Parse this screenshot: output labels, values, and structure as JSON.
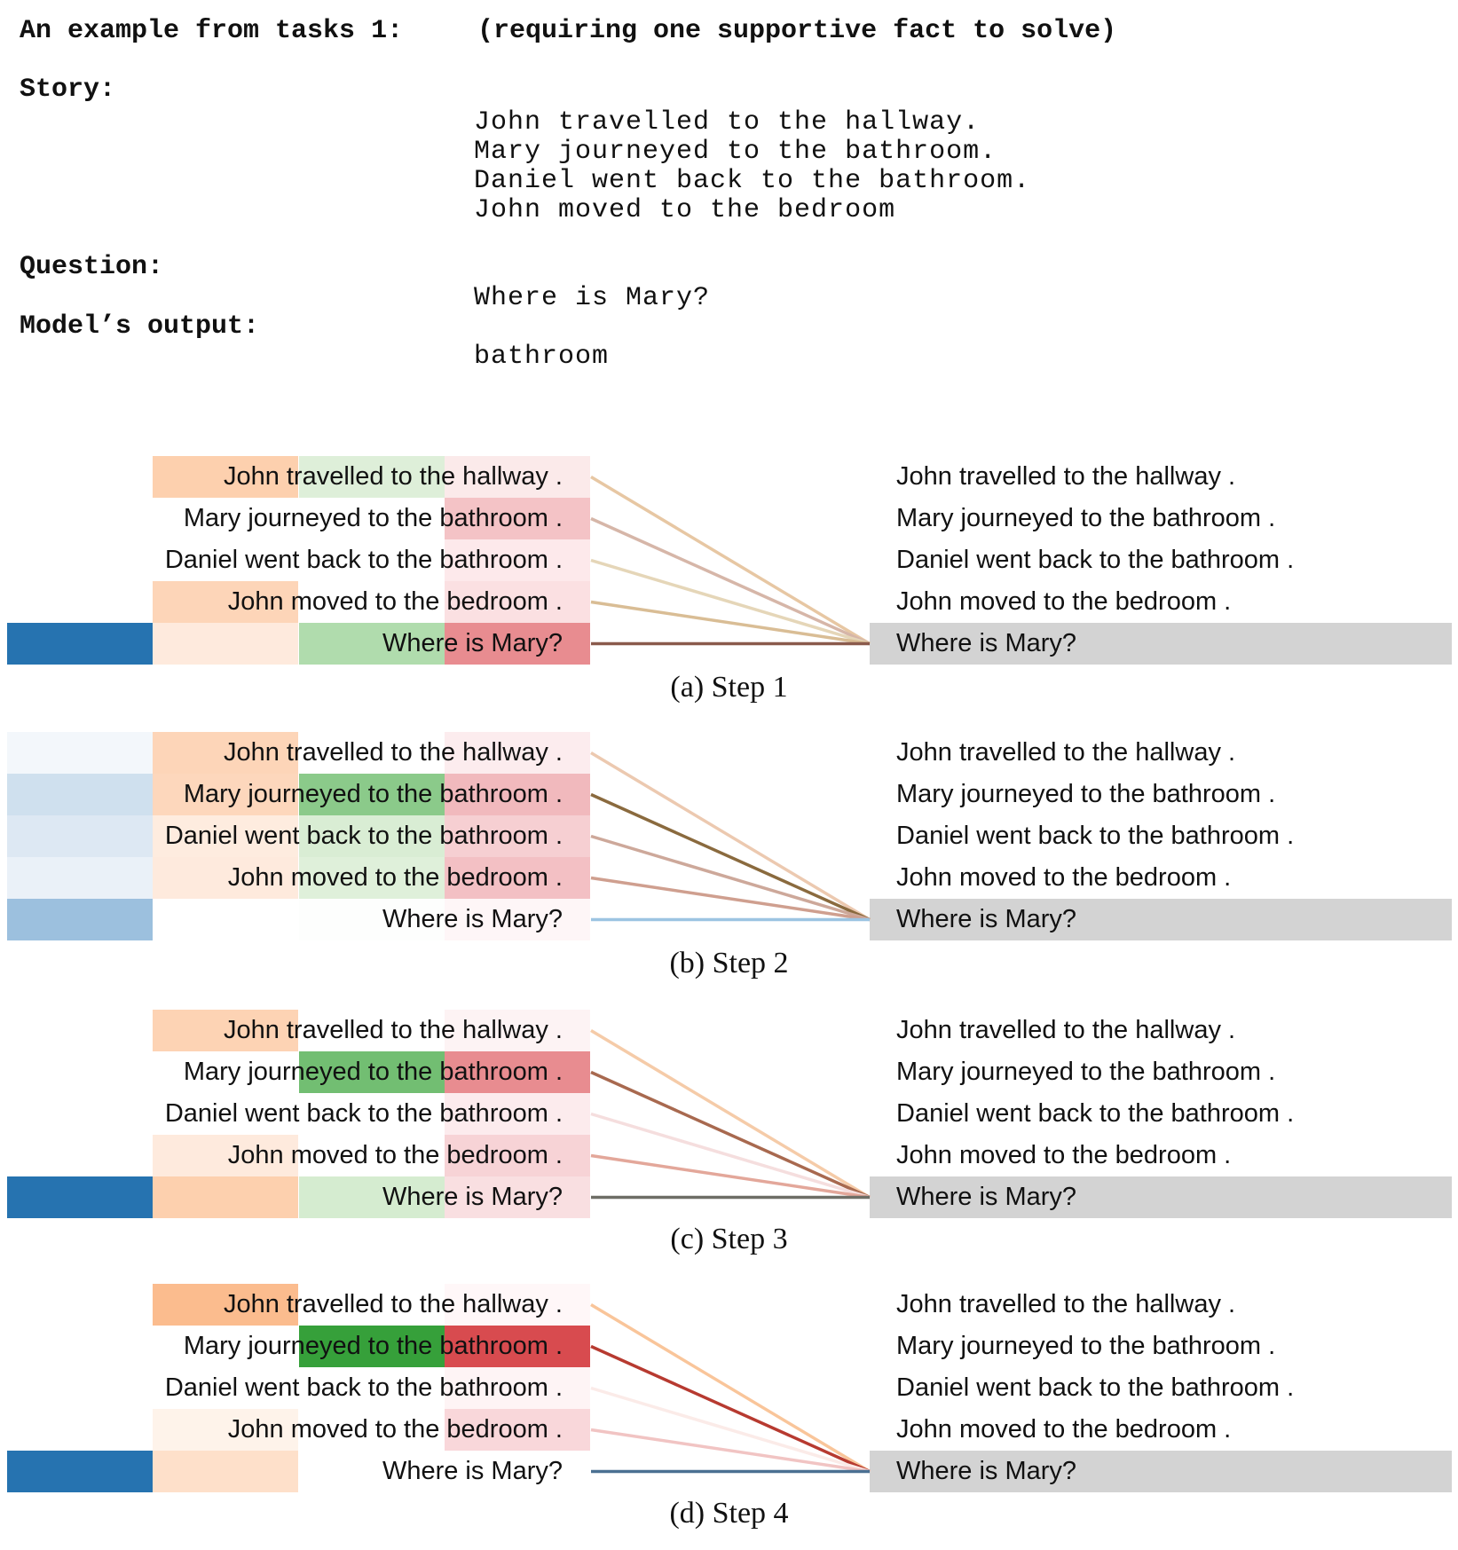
{
  "header": {
    "task_label": "An example from tasks 1:",
    "task_desc": "(requiring one supportive fact to solve)",
    "story_label": "Story:",
    "question_label": "Question:",
    "output_label": "Model’s output:",
    "story": [
      "John travelled to the hallway.",
      "Mary journeyed to the bathroom.",
      "Daniel went back to the bathroom.",
      "John moved to the bedroom"
    ],
    "question": "Where is Mary?",
    "output": "bathroom"
  },
  "panels": [
    {
      "caption": "(a) Step 1",
      "left_labels": [
        "John travelled to the hallway .",
        "Mary journeyed to the bathroom .",
        "Daniel went back to the bathroom .",
        "John moved to the bedroom .",
        "Where is Mary?"
      ],
      "right_labels": [
        "John travelled to the hallway .",
        "Mary journeyed to the bathroom .",
        "Daniel went back to the bathroom .",
        "John moved to the bedroom .",
        "Where is Mary?"
      ],
      "colors": {
        "blue": [
          "#ffffff",
          "#ffffff",
          "#ffffff",
          "#ffffff",
          "#2673b0"
        ],
        "orange": [
          "#fdd0ae",
          "#ffffff",
          "#ffffff",
          "#fdd5b8",
          "#feeadd"
        ],
        "green": [
          "#deefd9",
          "#ffffff",
          "#ffffff",
          "#ffffff",
          "#b0dcad"
        ],
        "red": [
          "#fbeaea",
          "#f4c3c6",
          "#fde9eb",
          "#fbe0e2",
          "#e88c90"
        ]
      },
      "lines": [
        "#e7c7a3",
        "#d6b6a8",
        "#e5d6b8",
        "#d9bd95",
        "#8a5a4c"
      ]
    },
    {
      "caption": "(b) Step 2",
      "left_labels": [
        "John travelled to the hallway .",
        "Mary journeyed to the bathroom .",
        "Daniel went back to the bathroom .",
        "John moved to the bedroom .",
        "Where is Mary?"
      ],
      "right_labels": [
        "John travelled to the hallway .",
        "Mary journeyed to the bathroom .",
        "Daniel went back to the bathroom .",
        "John moved to the bedroom .",
        "Where is Mary?"
      ],
      "colors": {
        "blue": [
          "#f3f7fb",
          "#cfe0ee",
          "#dde8f3",
          "#eaf1f8",
          "#9cc0de"
        ],
        "orange": [
          "#fdd5b8",
          "#fdd7bc",
          "#feecdf",
          "#feeadd",
          "#ffffff"
        ],
        "green": [
          "#ffffff",
          "#8bca8a",
          "#d9edd4",
          "#dff0da",
          "#fdfefd"
        ],
        "red": [
          "#fcecee",
          "#f1b9bd",
          "#f6cfd2",
          "#f3c0c4",
          "#fef6f7"
        ]
      },
      "lines": [
        "#ecc9b0",
        "#8a6a3e",
        "#cda89a",
        "#cf9f8f",
        "#9cc4e2"
      ]
    },
    {
      "caption": "(c) Step 3",
      "left_labels": [
        "John travelled to the hallway .",
        "Mary journeyed to the bathroom .",
        "Daniel went back to the bathroom .",
        "John moved to the bedroom .",
        "Where is Mary?"
      ],
      "right_labels": [
        "John travelled to the hallway .",
        "Mary journeyed to the bathroom .",
        "Daniel went back to the bathroom .",
        "John moved to the bedroom .",
        "Where is Mary?"
      ],
      "colors": {
        "blue": [
          "#ffffff",
          "#ffffff",
          "#ffffff",
          "#ffffff",
          "#2673b0"
        ],
        "orange": [
          "#fdd3b4",
          "#ffffff",
          "#ffffff",
          "#feeadd",
          "#fdd0ae"
        ],
        "green": [
          "#ffffff",
          "#72be72",
          "#ffffff",
          "#ffffff",
          "#d5ecd0"
        ],
        "red": [
          "#fdf3f4",
          "#e88c90",
          "#fcebed",
          "#f7d3d6",
          "#f9dfe1"
        ]
      },
      "lines": [
        "#f5cba8",
        "#a8694f",
        "#f5dede",
        "#e3a79a",
        "#6e6e66"
      ]
    },
    {
      "caption": "(d) Step 4",
      "left_labels": [
        "John travelled to the hallway .",
        "Mary journeyed to the bathroom .",
        "Daniel went back to the bathroom .",
        "John moved to the bedroom .",
        "Where is Mary?"
      ],
      "right_labels": [
        "John travelled to the hallway .",
        "Mary journeyed to the bathroom .",
        "Daniel went back to the bathroom .",
        "John moved to the bedroom .",
        "Where is Mary?"
      ],
      "colors": {
        "blue": [
          "#ffffff",
          "#ffffff",
          "#ffffff",
          "#ffffff",
          "#2673b0"
        ],
        "orange": [
          "#fbbc8e",
          "#ffffff",
          "#ffffff",
          "#fef3ea",
          "#fee0ca"
        ],
        "green": [
          "#ffffff",
          "#36a03a",
          "#ffffff",
          "#ffffff",
          "#ffffff"
        ],
        "red": [
          "#fff7f8",
          "#d84b4f",
          "#fef4f5",
          "#f9d7da",
          "#ffffff"
        ]
      },
      "lines": [
        "#f9c59a",
        "#b73a30",
        "#fbebe8",
        "#f1c4c3",
        "#4b7092"
      ]
    }
  ]
}
